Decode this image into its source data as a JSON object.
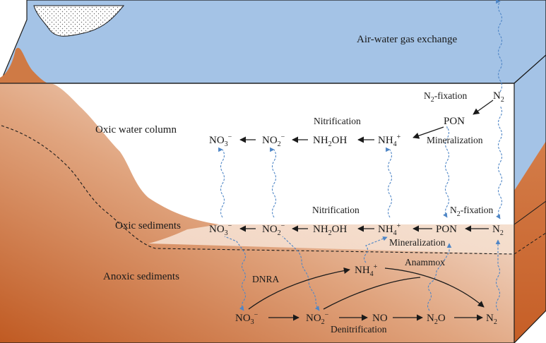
{
  "regions": {
    "air_water": "Air-water gas exchange",
    "oxic_water": "Oxic water column",
    "oxic_sed": "Oxic sediments",
    "anoxic_sed": "Anoxic sediments"
  },
  "water_column": {
    "species": {
      "no3": {
        "main": "NO",
        "sub": "3",
        "sup": "−"
      },
      "no2": {
        "main": "NO",
        "sub": "2",
        "sup": "−"
      },
      "nh2oh": {
        "pre": "NH",
        "sub": "2",
        "post": "OH"
      },
      "nh4": {
        "main": "NH",
        "sub": "4",
        "sup": "+"
      },
      "pon": "PON",
      "n2": {
        "main": "N",
        "sub": "2"
      }
    },
    "processes": {
      "nitrification": "Nitrification",
      "n2_fixation": {
        "main": "N",
        "sub": "2",
        "post": "-fixation"
      },
      "mineralization": "Mineralization"
    }
  },
  "sediment": {
    "species": {
      "no3": {
        "main": "NO",
        "sub": "3",
        "sup": "−"
      },
      "no2": {
        "main": "NO",
        "sub": "2",
        "sup": "−"
      },
      "nh2oh": {
        "pre": "NH",
        "sub": "2",
        "post": "OH"
      },
      "nh4": {
        "main": "NH",
        "sub": "4",
        "sup": "+"
      },
      "pon": "PON",
      "n2": {
        "main": "N",
        "sub": "2"
      }
    },
    "processes": {
      "nitrification": "Nitrification",
      "n2_fixation": {
        "main": "N",
        "sub": "2",
        "post": "-fixation"
      },
      "mineralization": "Mineralization"
    }
  },
  "anoxic": {
    "species": {
      "nh4": {
        "main": "NH",
        "sub": "4",
        "sup": "+"
      },
      "no3": {
        "main": "NO",
        "sub": "3",
        "sup": "−"
      },
      "no2": {
        "main": "NO",
        "sub": "2",
        "sup": "−"
      },
      "no": "NO",
      "n2o": {
        "main": "N",
        "sub": "2",
        "post": "O"
      },
      "n2": {
        "main": "N",
        "sub": "2"
      }
    },
    "processes": {
      "dnra": "DNRA",
      "anammox": "Anammox",
      "denitrification": "Denitrification"
    }
  },
  "colors": {
    "water": "#a4c3e6",
    "sediment_dark": "#c86a32",
    "sediment_light": "#f7e8dc",
    "wavy_arrow": "#4f86c6"
  }
}
